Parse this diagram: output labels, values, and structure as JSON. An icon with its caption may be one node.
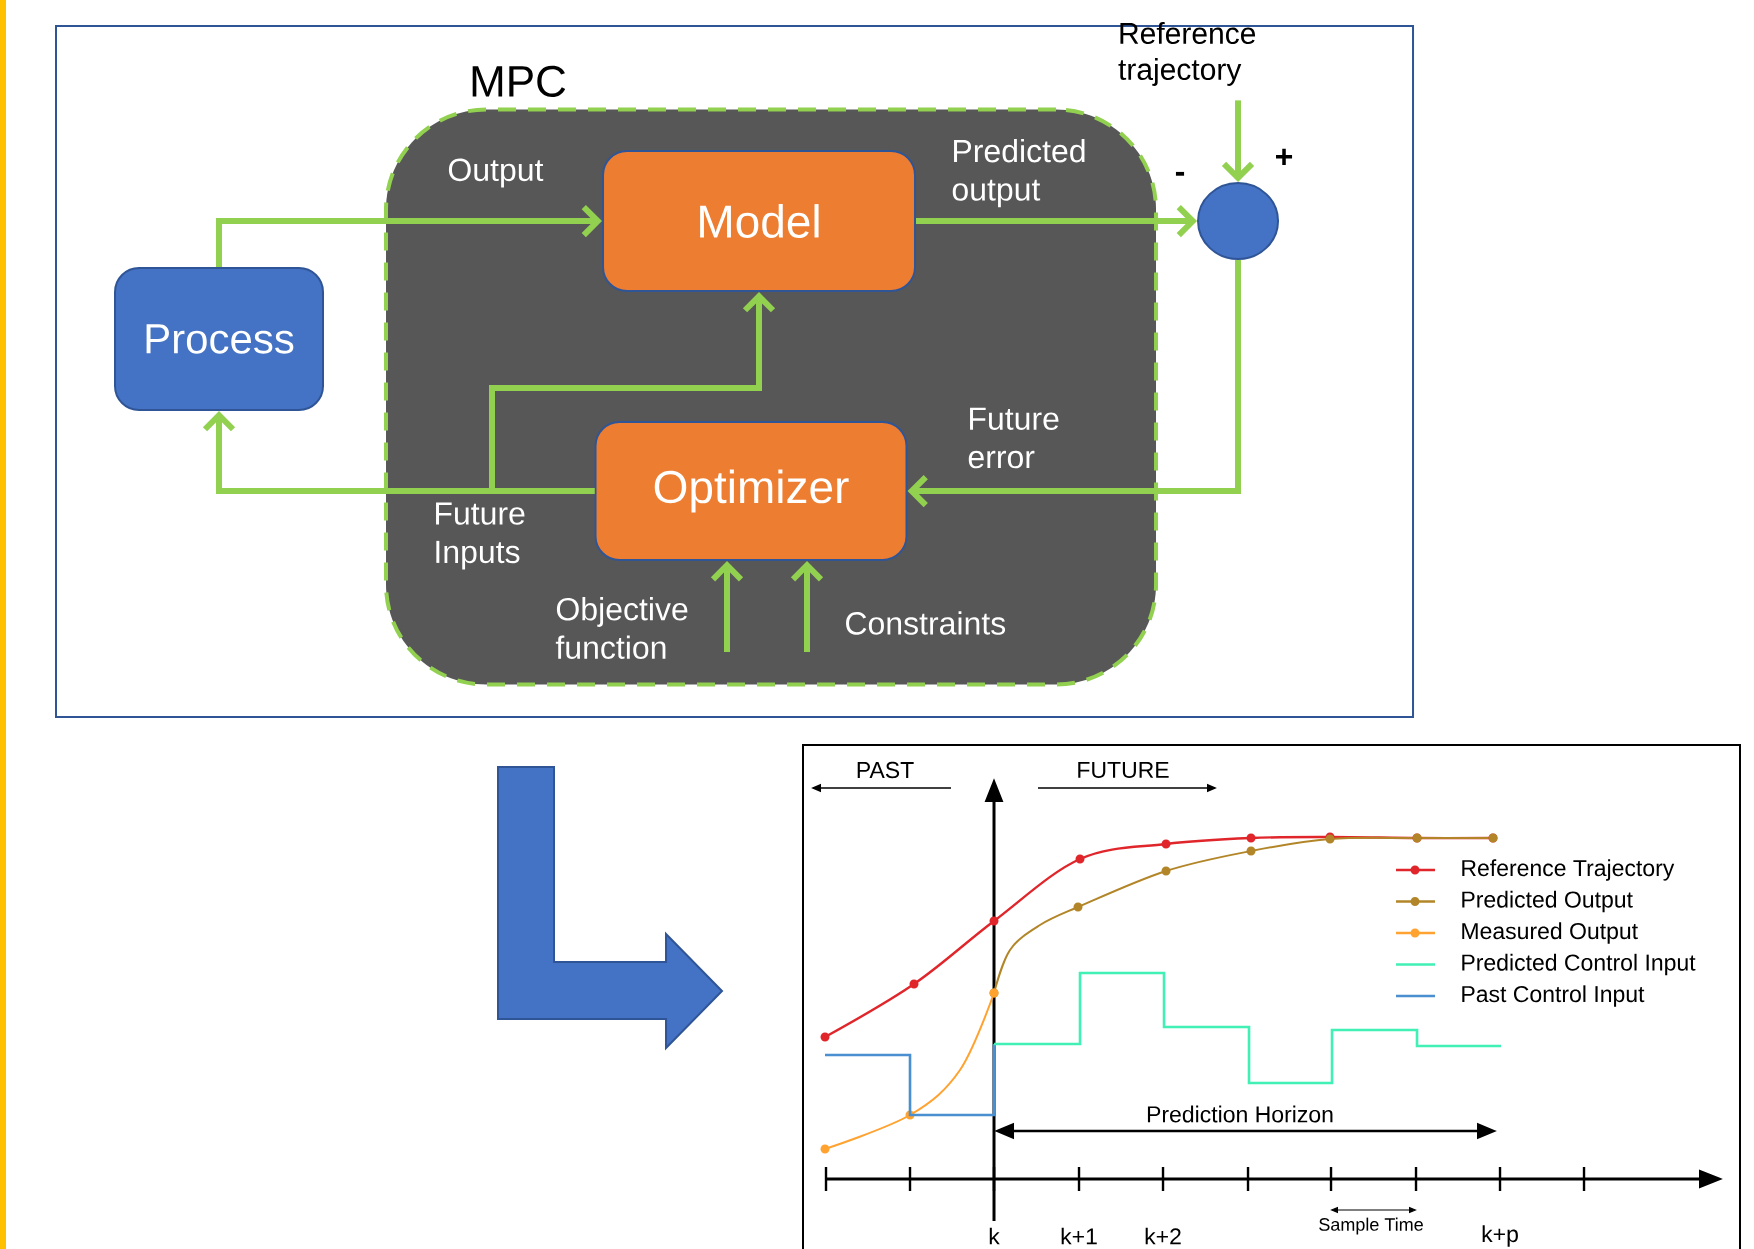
{
  "diagram": {
    "nodes": [
      {
        "text": [
          "MPC"
        ]
      },
      {
        "text": [
          "Model"
        ],
        "in": 0
      },
      {
        "text": [
          "Optimizer"
        ],
        "in": 0
      },
      {
        "text": [
          "Process"
        ]
      },
      {
        "text": [],
        "shape": "circle"
      },
      {
        "text": [
          "Reference trajectory"
        ]
      }
    ],
    "edges": [
      {
        "from": 3,
        "to": 1,
        "arrow": "to",
        "label": "Output"
      },
      {
        "from": 1,
        "to": 4,
        "arrow": "to",
        "label": "Predicted output"
      },
      {
        "from": 5,
        "to": 4,
        "arrow": "to"
      },
      {
        "from": 4,
        "to": 2,
        "arrow": "to",
        "label": "Future error"
      },
      {
        "from": 2,
        "to": 3,
        "arrow": "to",
        "label": "Future Inputs"
      },
      {
        "from": 2,
        "to": 1,
        "arrow": "to"
      },
      {
        "from": null,
        "to": 2,
        "arrow": "to",
        "label": "Objective function"
      },
      {
        "from": null,
        "to": 2,
        "arrow": "to",
        "label": "Constraints"
      }
    ],
    "labels": [
      "-",
      "+",
      "PAST",
      "FUTURE",
      "Prediction Horizon",
      "Sample Time",
      "k",
      "k+1",
      "k+2",
      "k+p"
    ],
    "legend": [
      {
        "text": "Reference Trajectory"
      },
      {
        "text": "Predicted Output"
      },
      {
        "text": "Measured Output"
      },
      {
        "text": "Predicted Control Input"
      },
      {
        "text": "Past Control Input"
      }
    ]
  }
}
